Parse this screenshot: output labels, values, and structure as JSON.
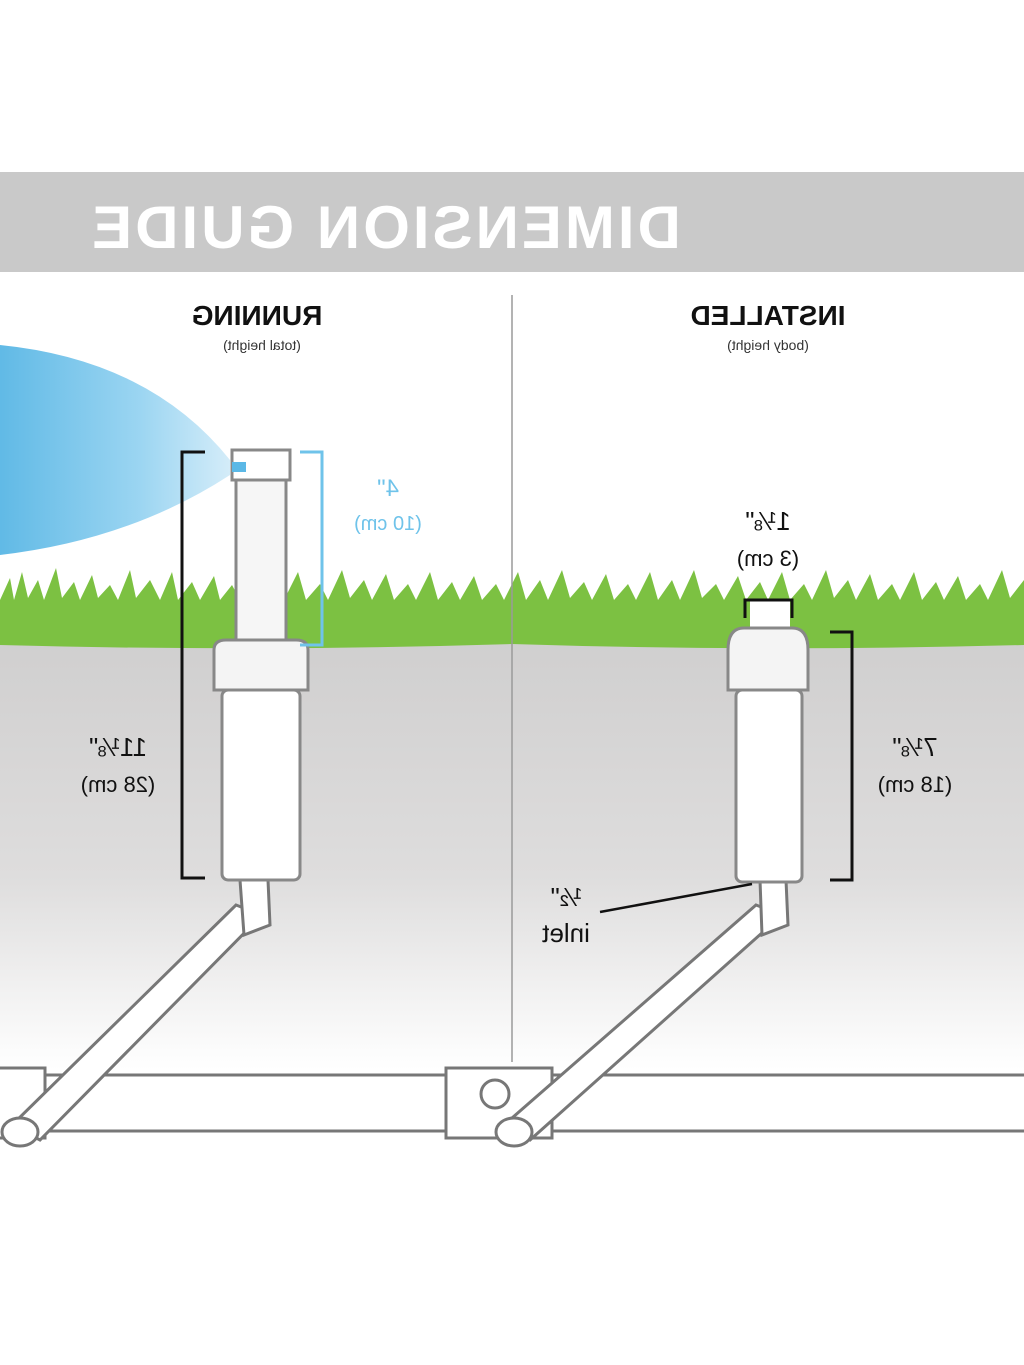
{
  "title": "DIMENSION GUIDE",
  "running": {
    "heading": "RUNNING",
    "subheading": "(total height)",
    "popup_inches": "4\"",
    "popup_cm": "(10 cm)",
    "total_inches": "11⅛\"",
    "total_cm": "(28 cm)"
  },
  "installed": {
    "heading": "INSTALLED",
    "subheading": "(body height)",
    "cap_inches": "1⅛\"",
    "cap_cm": "(3 cm)",
    "body_inches": "7⅛\"",
    "body_cm": "(18 cm)",
    "inlet_size": "½\"",
    "inlet_label": "inlet"
  },
  "colors": {
    "banner": "#c9c9c9",
    "grass": "#7cc142",
    "soil": "#d2d1d1",
    "spray": "#5bb8e6",
    "accent_blue": "#6fc3ea"
  }
}
